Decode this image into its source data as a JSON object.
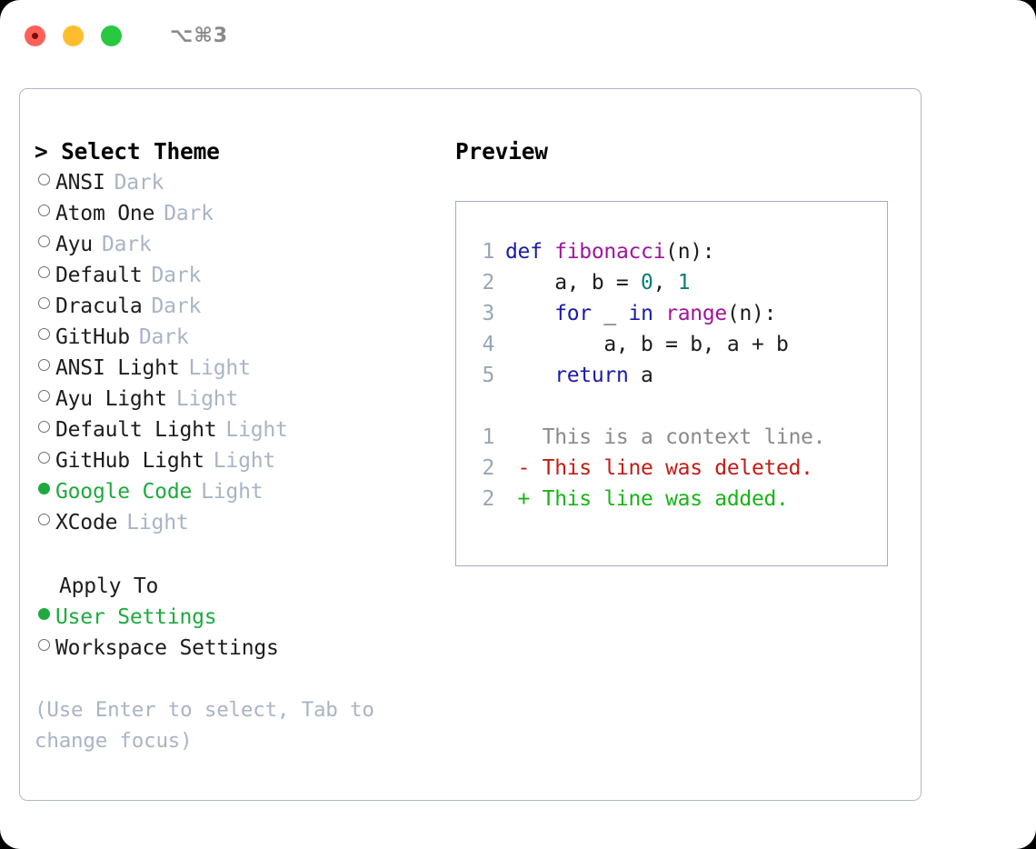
{
  "titlebar": {
    "shortcut": "⌥⌘3",
    "controls": [
      {
        "name": "close",
        "color": "#ff6159"
      },
      {
        "name": "minimize",
        "color": "#ffbd2e"
      },
      {
        "name": "maximize",
        "color": "#28c840"
      }
    ]
  },
  "theme_section": {
    "header": "> Select Theme",
    "options": [
      {
        "label": "ANSI",
        "badge": "Dark",
        "selected": false
      },
      {
        "label": "Atom One",
        "badge": "Dark",
        "selected": false
      },
      {
        "label": "Ayu",
        "badge": "Dark",
        "selected": false
      },
      {
        "label": "Default",
        "badge": "Dark",
        "selected": false
      },
      {
        "label": "Dracula",
        "badge": "Dark",
        "selected": false
      },
      {
        "label": "GitHub",
        "badge": "Dark",
        "selected": false
      },
      {
        "label": "ANSI Light",
        "badge": "Light",
        "selected": false
      },
      {
        "label": "Ayu Light",
        "badge": "Light",
        "selected": false
      },
      {
        "label": "Default Light",
        "badge": "Light",
        "selected": false
      },
      {
        "label": "GitHub Light",
        "badge": "Light",
        "selected": false
      },
      {
        "label": "Google Code",
        "badge": "Light",
        "selected": true
      },
      {
        "label": "XCode",
        "badge": "Light",
        "selected": false
      }
    ]
  },
  "apply_to_section": {
    "title": "Apply To",
    "options": [
      {
        "label": "User Settings",
        "badge": "",
        "selected": true
      },
      {
        "label": "Workspace Settings",
        "badge": "",
        "selected": false
      }
    ]
  },
  "hint": "(Use Enter to select, Tab to change focus)",
  "preview": {
    "title": "Preview",
    "code_lines": [
      {
        "lineno": "1",
        "tokens": [
          {
            "t": "def ",
            "k": "kw"
          },
          {
            "t": "fibonacci",
            "k": "fn"
          },
          {
            "t": "(n):",
            "k": "pl"
          }
        ]
      },
      {
        "lineno": "2",
        "tokens": [
          {
            "t": "    a, b = ",
            "k": "pl"
          },
          {
            "t": "0",
            "k": "num"
          },
          {
            "t": ", ",
            "k": "pl"
          },
          {
            "t": "1",
            "k": "num"
          }
        ]
      },
      {
        "lineno": "3",
        "tokens": [
          {
            "t": "    ",
            "k": "pl"
          },
          {
            "t": "for",
            "k": "kw"
          },
          {
            "t": " _ ",
            "k": "pl"
          },
          {
            "t": "in",
            "k": "kw"
          },
          {
            "t": " ",
            "k": "pl"
          },
          {
            "t": "range",
            "k": "fn"
          },
          {
            "t": "(n):",
            "k": "pl"
          }
        ]
      },
      {
        "lineno": "4",
        "tokens": [
          {
            "t": "        a, b = b, a + b",
            "k": "pl"
          }
        ]
      },
      {
        "lineno": "5",
        "tokens": [
          {
            "t": "    ",
            "k": "pl"
          },
          {
            "t": "return",
            "k": "kw"
          },
          {
            "t": " a",
            "k": "pl"
          }
        ]
      }
    ],
    "diff_lines": [
      {
        "lineno": "1",
        "marker": " ",
        "text": " This is a context line.",
        "kind": "context"
      },
      {
        "lineno": "2",
        "marker": "-",
        "text": " This line was deleted.",
        "kind": "del"
      },
      {
        "lineno": "2",
        "marker": "+",
        "text": " This line was added.",
        "kind": "add"
      }
    ]
  },
  "colors": {
    "accent_green": "#1faa3e",
    "badge_gray": "#a9b4c4",
    "border": "#aeb8c7",
    "keyword": "#1a1aa8",
    "function": "#a0159b",
    "number": "#0d7a7a",
    "diff_add": "#17b517",
    "diff_del": "#c31b14",
    "diff_context": "#8a8a8a"
  }
}
